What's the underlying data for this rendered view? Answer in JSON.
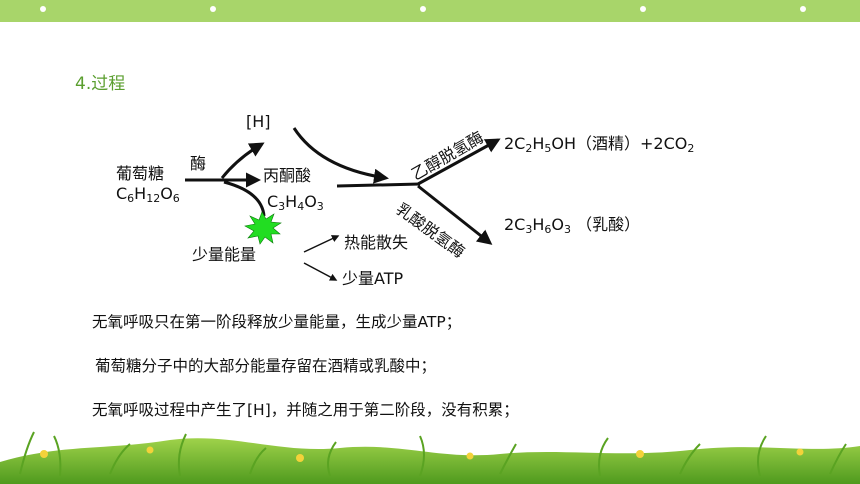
{
  "section_title": "4.过程",
  "diagram": {
    "glucose_name": "葡萄糖",
    "glucose_formula": {
      "pre": "C",
      "s1": "6",
      "m1": "H",
      "s2": "12",
      "m2": "O",
      "s3": "6"
    },
    "enzyme": "酶",
    "hydrogen": "[H]",
    "pyruvate_name": "丙酮酸",
    "pyruvate_formula": {
      "pre": "C",
      "s1": "3",
      "m1": "H",
      "s2": "4",
      "m2": "O",
      "s3": "3"
    },
    "small_energy": "少量能量",
    "heat_loss": "热能散失",
    "small_atp": "少量ATP",
    "alcohol_enzyme": "乙醇脱氢酶",
    "lactate_enzyme": "乳酸脱氢酶",
    "ethanol_product": {
      "coef": "2C",
      "s1": "2",
      "m1": "H",
      "s2": "5",
      "tail": "OH（酒精）+2CO",
      "s3": "2"
    },
    "lactic_product": {
      "coef": "2C",
      "s1": "3",
      "m1": "H",
      "s2": "6",
      "m2": "O",
      "s3": "3",
      "tail": " （乳酸）"
    }
  },
  "notes": [
    "无氧呼吸只在第一阶段释放少量能量，生成少量ATP；",
    "葡萄糖分子中的大部分能量存留在酒精或乳酸中；",
    "无氧呼吸过程中产生了[H]，并随之用于第二阶段，没有积累；"
  ],
  "colors": {
    "accent_green": "#5a9e2e",
    "top_band": "#a8d56a",
    "burst": "#22dd22"
  }
}
